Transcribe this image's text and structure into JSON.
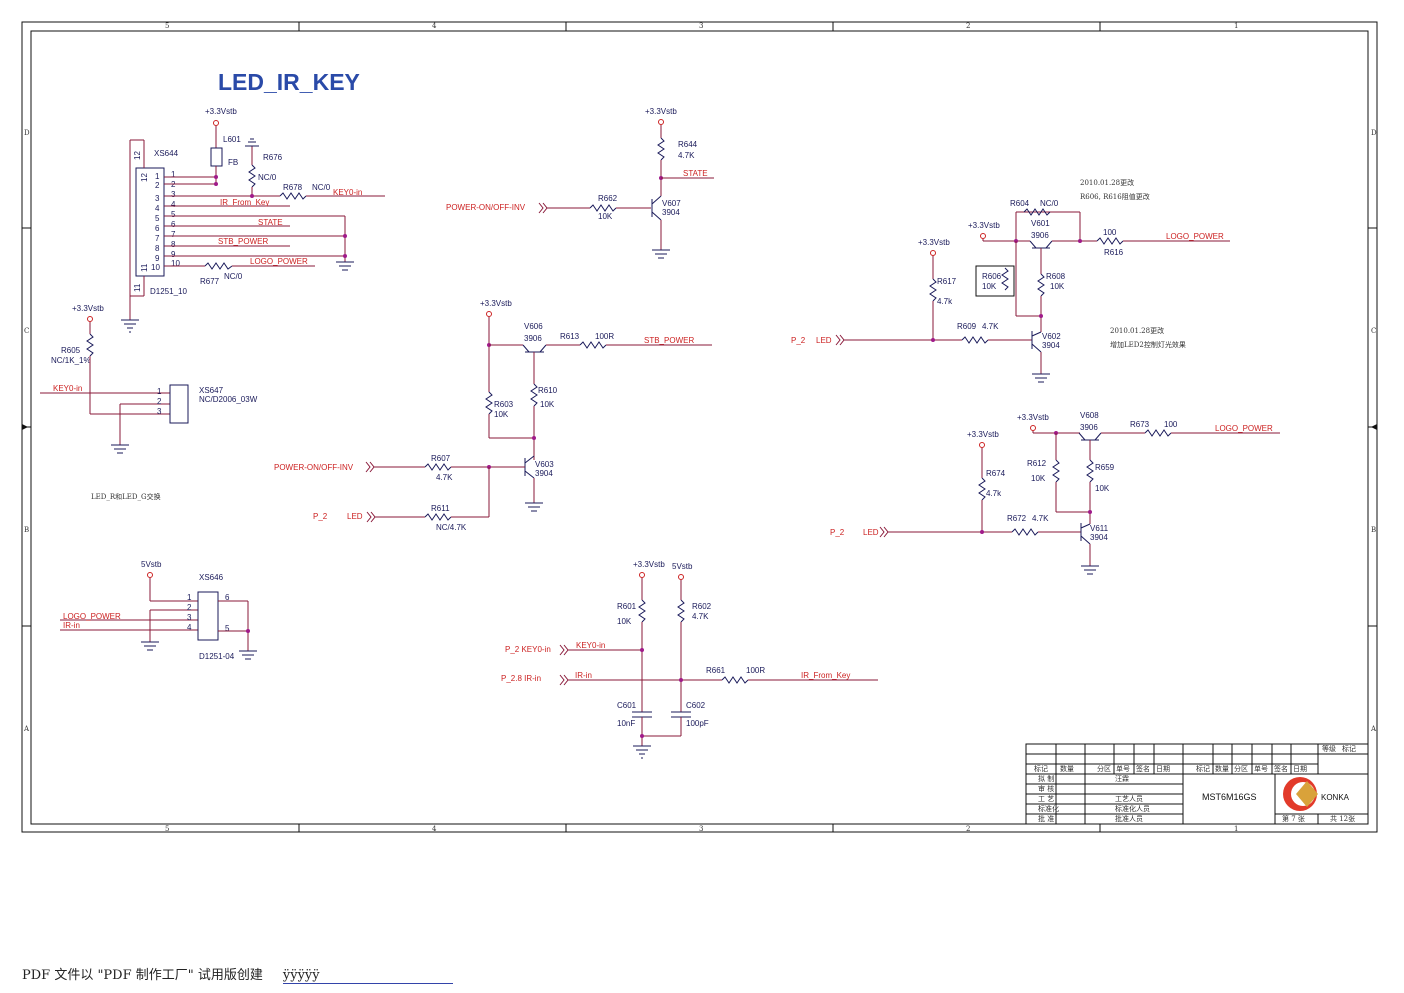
{
  "title": "LED_IR_KEY",
  "frame": {
    "cols": [
      "5",
      "4",
      "3",
      "2",
      "1"
    ],
    "rows": [
      "D",
      "C",
      "B",
      "A"
    ]
  },
  "notes": {
    "note1_line1": "2010.01.28更改",
    "note1_line2": "R606, R616阻值更改",
    "note2_line1": "2010.01.28更改",
    "note2_line2": "增加LED2控制灯光效果",
    "swap": "LED_R和LED_G交换"
  },
  "xs644": {
    "ref": "XS644",
    "part": "D1251_10",
    "pins": [
      "1",
      "2",
      "3",
      "4",
      "5",
      "6",
      "7",
      "8",
      "9",
      "10"
    ],
    "pin11": "11",
    "pin12": "12",
    "l601": "L601",
    "fb": "FB",
    "r676": "R676",
    "r676_val": "NC/0",
    "r678": "R678",
    "r678_val": "NC/0",
    "r677": "R677",
    "r677_val": "NC/0",
    "net_keyin": "KEY0-in",
    "net_ir": "IR_From_Key",
    "net_state": "STATE",
    "net_stb": "STB_POWER",
    "net_logo": "LOGO_POWER",
    "pwr": "+3.3Vstb"
  },
  "xs647": {
    "ref": "XS647",
    "part": "NC/D2006_03W",
    "r605": "R605",
    "r605_val": "NC/1K_1%",
    "net": "KEY0-in",
    "pwr": "+3.3Vstb",
    "pins": [
      "1",
      "2",
      "3"
    ]
  },
  "xs646": {
    "ref": "XS646",
    "part": "D1251-04",
    "pwr": "5Vstb",
    "net_logo": "LOGO_POWER",
    "net_ir": "IR-in",
    "pins": [
      "1",
      "2",
      "3",
      "4"
    ],
    "pin5": "5",
    "pin6": "6"
  },
  "stage_v607": {
    "pwr": "+3.3Vstb",
    "r644": "R644",
    "r644_val": "4.7K",
    "net_state": "STATE",
    "in": "POWER-ON/OFF-INV",
    "r662": "R662",
    "r662_val": "10K",
    "v607": "V607",
    "v607_val": "3904"
  },
  "stage_v606": {
    "pwr": "+3.3Vstb",
    "v606": "V606",
    "v606_val": "3906",
    "r613": "R613",
    "r613_val": "100R",
    "net": "STB_POWER",
    "r610": "R610",
    "r610_val": "10K",
    "r603": "R603",
    "r603_val": "10K",
    "v603": "V603",
    "v603_val": "3904",
    "in1": "POWER-ON/OFF-INV",
    "r607": "R607",
    "r607_val": "4.7K",
    "in2a": "P_2",
    "in2b": "LED",
    "r611": "R611",
    "r611_val": "NC/4.7K"
  },
  "stage_v601": {
    "pwr1": "+3.3Vstb",
    "pwr2": "+3.3Vstb",
    "r604": "R604",
    "r604_val": "NC/0",
    "v601": "V601",
    "v601_val": "3906",
    "r616": "R616",
    "r616_val": "100",
    "net": "LOGO_POWER",
    "r606": "R606",
    "r606_val": "10K",
    "r608": "R608",
    "r608_val": "10K",
    "r617": "R617",
    "r617_val": "4.7k",
    "r609": "R609",
    "r609_val": "4.7K",
    "v602": "V602",
    "v602_val": "3904",
    "in_a": "P_2",
    "in_b": "LED"
  },
  "stage_v608": {
    "pwr1": "+3.3Vstb",
    "pwr2": "+3.3Vstb",
    "v608": "V608",
    "v608_val": "3906",
    "r673": "R673",
    "r673_val": "100",
    "net": "LOGO_POWER",
    "r612": "R612",
    "r612_val": "10K",
    "r659": "R659",
    "r659_val": "10K",
    "r674": "R674",
    "r674_val": "4.7k",
    "r672": "R672",
    "r672_val": "4.7K",
    "v611": "V611",
    "v611_val": "3904",
    "in_a": "P_2",
    "in_b": "LED"
  },
  "stage_ir": {
    "pwr1": "+3.3Vstb",
    "pwr2": "5Vstb",
    "r601": "R601",
    "r601_val": "10K",
    "r602": "R602",
    "r602_val": "4.7K",
    "in1": "P_2 KEY0-in",
    "net1": "KEY0-in",
    "in2": "P_2.8  IR-in",
    "net2": "IR-in",
    "r661": "R661",
    "r661_val": "100R",
    "out": "IR_From_Key",
    "c601": "C601",
    "c601_val": "10nF",
    "c602": "C602",
    "c602_val": "100pF"
  },
  "titleblock": {
    "grade": "等级",
    "mark": "标记",
    "h1": "标记",
    "h2": "数量",
    "h3": "分区",
    "h4": "单号",
    "h5": "签名",
    "h6": "日期",
    "h7": "标记",
    "h8": "数量",
    "h9": "分区",
    "h10": "单号",
    "h11": "签名",
    "h12": "日期",
    "row1": "拟 制",
    "row1v": "汪霖",
    "row2": "审 核",
    "row3": "工 艺",
    "row3v": "工艺人员",
    "row4": "标准化",
    "row4v": "标准化人员",
    "row5": "批 准",
    "row5v": "批准人员",
    "model": "MST6M16GS",
    "brand": "KONKA",
    "sheet": "第 7 张",
    "total": "共 12张"
  },
  "footer": {
    "text": "PDF 文件以 \"PDF 制作工厂\" 试用版创建",
    "link": "ÿÿÿÿÿ"
  }
}
